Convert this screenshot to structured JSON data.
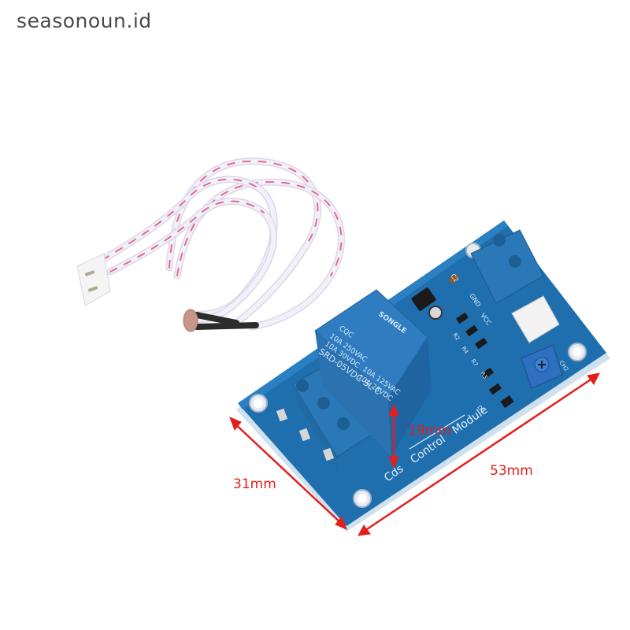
{
  "watermark": {
    "text": "seasonoun.id"
  },
  "product": {
    "name": "Cds Control Module",
    "board_label": {
      "word1": "Cds",
      "word2": "Control",
      "word3": "Module"
    },
    "relay": {
      "brand": "SONGLE",
      "line1": "10A 250VAC",
      "line2": "10A 30VDC",
      "line3": "10A 125VAC",
      "line4": "10A 28VDC",
      "model": "SRD-05VDC-SL-C",
      "cert": "CQC"
    },
    "silkscreen": {
      "gnd": "GND",
      "vcc": "VCC",
      "r2": "R2",
      "r4": "R4",
      "r7": "R7",
      "r3": "R3",
      "c2": "C2",
      "d4": "D4",
      "ch2": "CH2"
    }
  },
  "dimensions": {
    "width": "31mm",
    "length": "53mm",
    "height": "19mm"
  },
  "colors": {
    "pcb": "#1f6fae",
    "pcb_dark": "#175a90",
    "relay": "#2f7dc0",
    "terminal": "#2a78b8",
    "annotation": "#e0201c",
    "wire": "#e9e6f3",
    "wire_stripe": "#e06a8f"
  }
}
